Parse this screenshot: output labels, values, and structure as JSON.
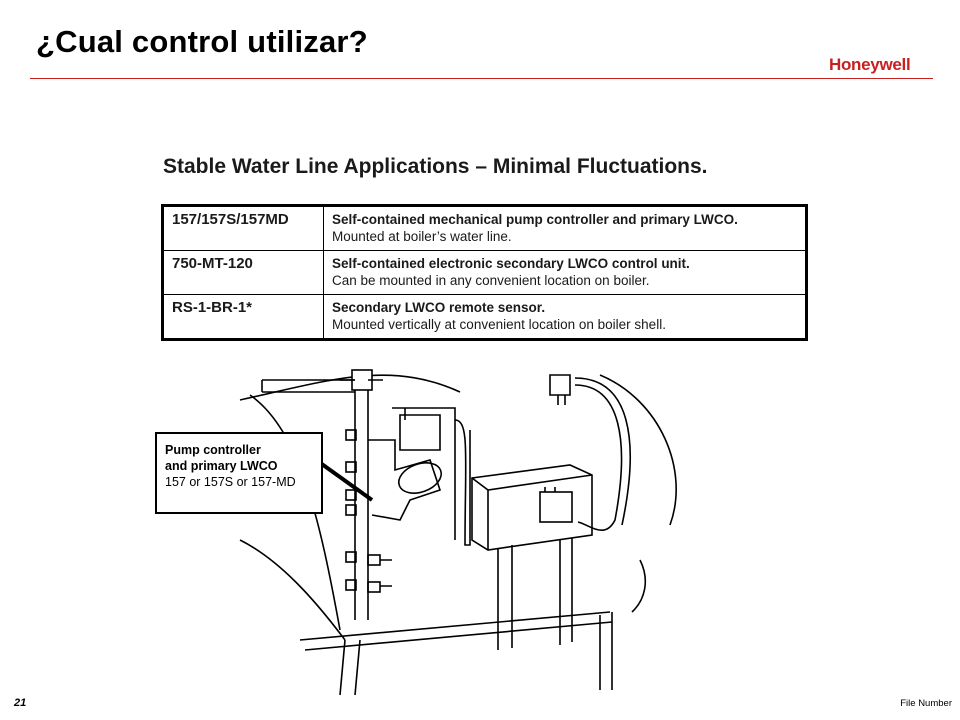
{
  "slide": {
    "title": "¿Cual control utilizar?",
    "brand": "Honeywell",
    "page_number": "21",
    "file_number": "File Number"
  },
  "section": {
    "heading": "Stable Water Line Applications – Minimal Fluctuations."
  },
  "table": {
    "rows": [
      {
        "model": "157/157S/157MD",
        "title": "Self-contained mechanical pump controller and primary LWCO.",
        "detail": "Mounted at boiler’s water line."
      },
      {
        "model": "750-MT-120",
        "title": "Self-contained electronic secondary LWCO control unit.",
        "detail": "Can be mounted in any convenient location on boiler."
      },
      {
        "model": "RS-1-BR-1*",
        "title": "Secondary LWCO remote sensor.",
        "detail": "Mounted vertically at convenient location on boiler shell."
      }
    ]
  },
  "callout": {
    "line1": "Pump controller",
    "line2": "and primary LWCO",
    "line3": "157 or 157S or 157-MD"
  },
  "colors": {
    "accent_red": "#c8201f"
  }
}
